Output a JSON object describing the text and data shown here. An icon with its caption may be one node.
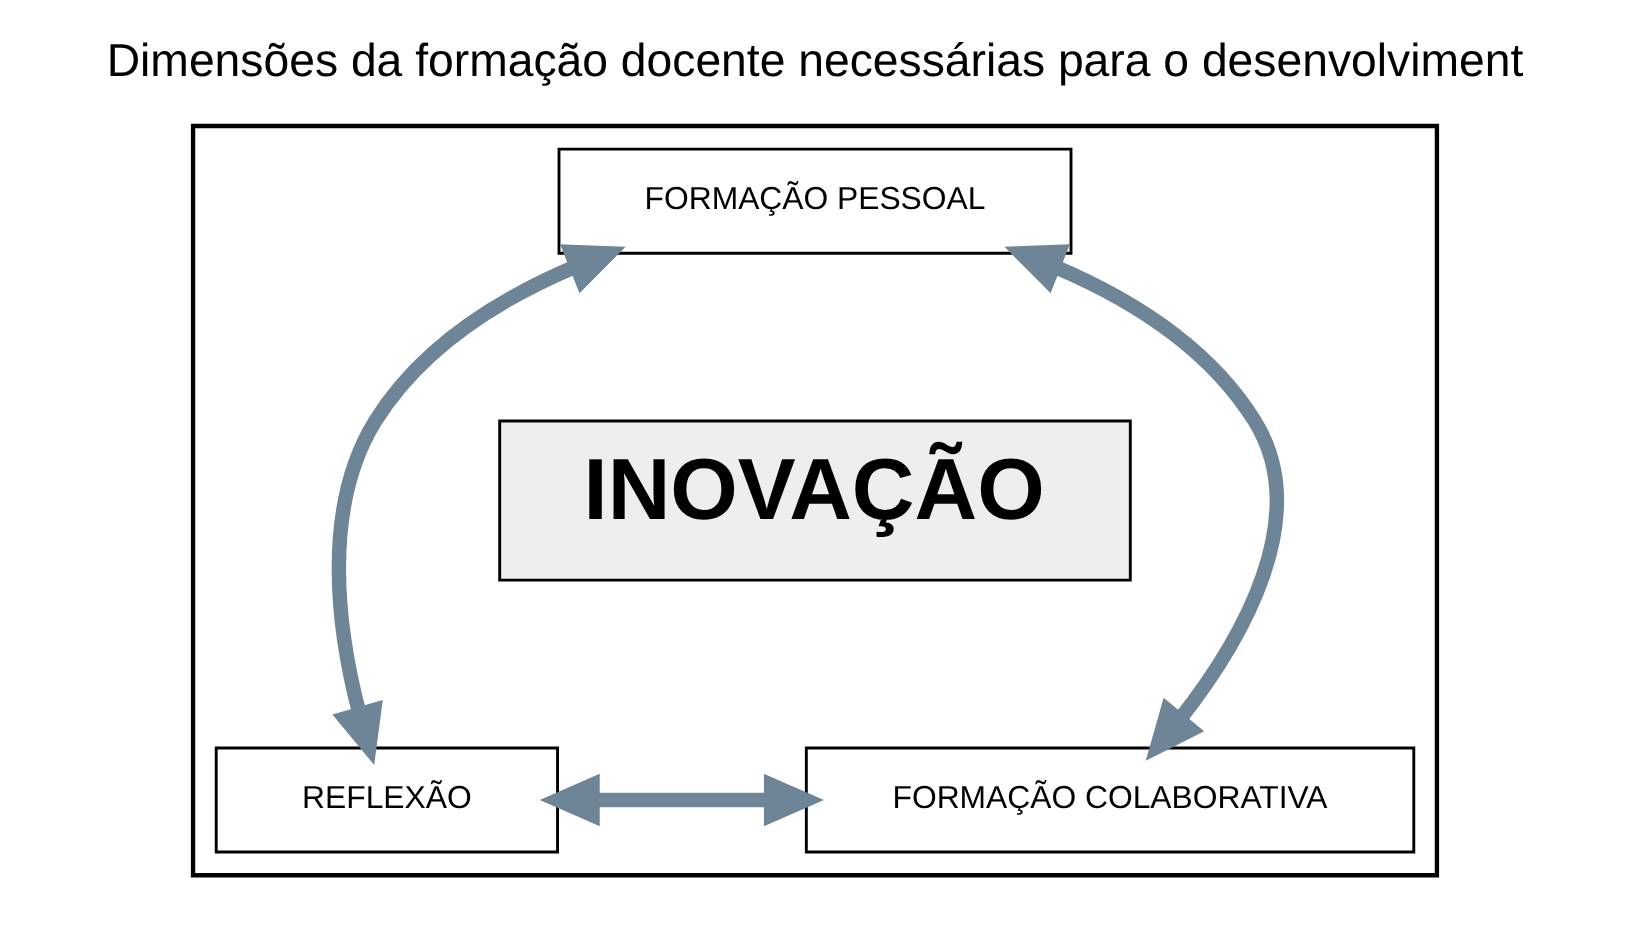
{
  "diagram": {
    "title": "Dimensões da formação docente necessárias para o desenvolviment",
    "nodes": [
      {
        "text": [],
        "shape": "box"
      },
      {
        "text": [
          "FORMAÇÃO PESSOAL"
        ],
        "in": 0
      },
      {
        "text": [
          "INOVAÇÃO"
        ],
        "in": 0
      },
      {
        "text": [
          "REFLEXÃO"
        ],
        "in": 0
      },
      {
        "text": [
          "FORMAÇÃO COLABORATIVA"
        ],
        "in": 0
      }
    ],
    "edges": [
      {
        "from": 1,
        "to": 3,
        "arrow": "both"
      },
      {
        "from": 1,
        "to": 4,
        "arrow": "both"
      },
      {
        "from": 3,
        "to": 4,
        "arrow": "both"
      }
    ]
  }
}
